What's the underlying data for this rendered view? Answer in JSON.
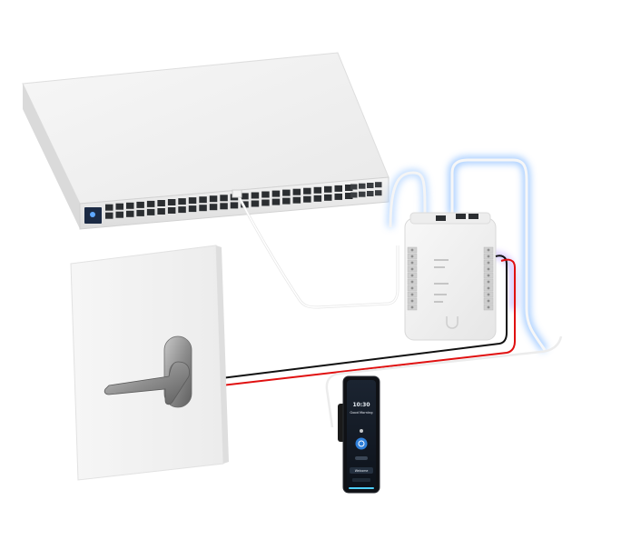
{
  "reader": {
    "time": "10:30",
    "greeting": "Good Morning",
    "button": "Welcome"
  },
  "colors": {
    "ethernet": "#f2f2f2",
    "ethernet_glow": "#9cc8ff",
    "wire_red": "#e01010",
    "wire_black": "#111111",
    "device_white": "#f1f1f1",
    "port_dark": "#2b2e31",
    "accent_blue": "#2f7fd8",
    "door": "#f4f4f4",
    "handle_metal": "#8a8a8a"
  },
  "icons": {
    "hub_logo": "ubiquiti-u-icon",
    "reader_nfc": "nfc-tap-icon"
  }
}
